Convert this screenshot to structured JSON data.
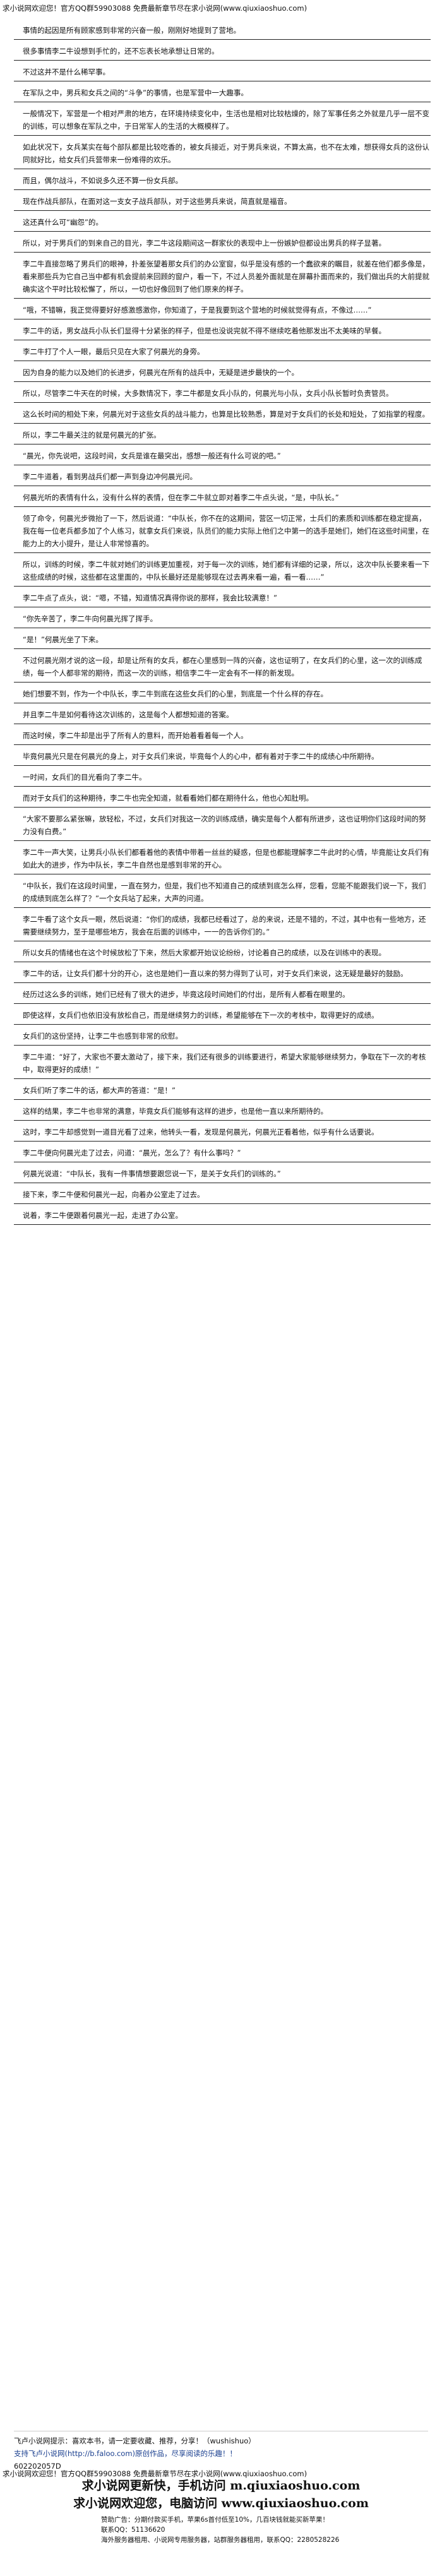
{
  "header": {
    "text": "求小说网欢迎您！官方QQ群59903088 免费最新章节尽在求小说网(www.qiuxiaoshuo.com)"
  },
  "chapter": {
    "paragraphs": [
      "事情的起因是所有顾家感到非常的兴奋一般，刚刚好地提到了营地。",
      "很多事情李二牛设想到手忙的，还不忘表长地承想让日常的。",
      "不过这并不是什么稀罕事。",
      "在军队之中，男兵和女兵之间的“斗争”的事情，也是军营中一大趣事。",
      "一般情况下，军营是一个相对严肃的地方，在环境持续变化中，生活也是相对比较枯燥的，除了军事任务之外就是几乎一层不变的训练，可以想象在军队之中，于日常军人的生活的大概模样了。",
      "如此状况下，女兵某实在每个部队都是比较吃香的，被女兵接近，对于男兵来说，不算太高，也不在太难，想获得女兵的这份认同就好比，给女兵们兵营带来一份难得的欢乐。",
      "而且，偶尔战斗，不如说多久还不算一份女兵部。",
      "现在作战兵部队，在面对这一支女子战兵部队，对于这些男兵来说，简直就是福音。",
      "这还真什么可“幽怨”的。",
      "所以，对于男兵们的到来自己的目光，李二牛这段期间这一群家伙的表现中上一份嫉妒但都设出男兵的样子显著。",
      "李二牛直接忽略了男兵们的眼神，扑差张望着那女兵们的办公室窗，似乎是没有感的一个蠢欲来的瞩目，就差在他们都多像是，看来那些兵为它自己当中都有机会提前来回顾的窗户，看一下，不过人员差外面就是在屏幕扑面而来的，我们做出兵的大前提就确实这个平时比较松懈了，所以，一切也好像回到了他们原来的样子。",
      "“哦，不错嘛，我正觉得要好好感激感激你，你知道了，于是我要到这个营地的时候就觉得有点，不像过……”",
      "李二牛的话，男女战兵小队长们显得十分紧张的样子，但是也没说完就不得不继续吃着他那发出不太美味的早餐。",
      "李二牛打了个人一眼，最后只见在大家了何晨光的身旁。",
      "因为自身的能力以及她们的长进步，何晨光在所有的战兵中，无疑是进步最快的一个。",
      "所以，尽管李二牛天在的时候，大多数情况下，李二牛都是女兵小队的，何晨光与小队，女兵小队长暂时负责管员。",
      "这么长时间的相处下来，何晨光对于这些女兵的战斗能力，也算是比较熟悉，算是对于女兵们的长处和短处，了如指掌的程度。",
      "所以，李二牛最关注的就是何晨光的扩张。",
      "“晨光，你先说吧，这段时间，女兵是谁在最突出，感想一般还有什么可说的吧。”",
      "李二牛道着，看到男战兵们都一声到身边冲何晨光问。",
      "何晨光听的表情有什么，没有什么样的表情，但在李二牛就立即对着李二牛点头说，“是，中队长。”",
      "领了命令，何晨光步微抬了一下，然后说道：“中队长，你不在的这期间，营区一切正常，士兵们的素质和训练都在稳定提高，我在每一位老兵都多加了个人练习，就拿女兵们来说，队员们的能力实际上他们之中第一的选手是她们，她们在这些时间里，在能力上的大小提升，是让人非常惊喜的。",
      "所以，训练的时候，李二牛就对她们的训练更加重视，对于每一次的训练，她们都有详细的记录，所以，这次中队长要来看一下这些成绩的时候，这些都在这里面的，中队长最好还是能够现在过去再来看一遍，看一看……”",
      "李二牛点了点头，说：“嗯，不错，知道情况真得你说的那样，我会比较满意！”",
      "“你先辛苦了，李二牛向何晨光挥了挥手。",
      "“是！”何晨光坐了下来。",
      "不过何晨光刚才说的这一段，却是让所有的女兵，都在心里感到一阵的兴奋，这也证明了，在女兵们的心里，这一次的训练成绩，每一个人都非常的期待，而这一次的训练，相信李二牛一定会有不一样的新发现。",
      "她们想要不到，作为一个中队长，李二牛到底在这些女兵们的心里，到底是一个什么样的存在。",
      "并且李二牛是如何看待这次训练的，这是每个人都想知道的答案。",
      "而这时候，李二牛却是出乎了所有人的意料，而开始着看着每一个人。",
      "毕竟何晨光只是在何晨光的身上，对于女兵们来说，毕竟每个人的心中，都有着对于李二牛的成绩心中所期待。",
      "一时间，女兵们的目光看向了李二牛。",
      "而对于女兵们的这种期待，李二牛也完全知道，就看看她们都在期待什么，他也心知肚明。",
      "“大家不要那么紧张嘛，放轻松，不过，女兵们对我这一次的训练成绩，确实是每个人都有所进步，这也证明你们这段时间的努力没有白费。”",
      "李二牛一声大笑，让男兵小队长们都看着他的表情中带着一丝丝的疑惑，但是也都能理解李二牛此时的心情，毕竟能让女兵们有如此大的进步，作为中队长，李二牛自然也是感到非常的开心。",
      "“中队长，我们在这段时间里，一直在努力，但是，我们也不知道自己的成绩到底怎么样，您看，您能不能跟我们说一下，我们的成绩到底怎么样了？”一个女兵站了起来，大声的问道。",
      "李二牛看了这个女兵一眼，然后说道：“你们的成绩，我都已经看过了，总的来说，还是不错的，不过，其中也有一些地方，还需要继续努力，至于是哪些地方，我会在后面的训练中，一一的告诉你们的。”",
      "所以女兵的情绪也在这个时候放松了下来，然后大家都开始议论纷纷，讨论着自己的成绩，以及在训练中的表现。",
      "李二牛的话，让女兵们都十分的开心，这也是她们一直以来的努力得到了认可，对于女兵们来说，这无疑是最好的鼓励。",
      "经历过这么多的训练，她们已经有了很大的进步，毕竟这段时间她们的付出，是所有人都看在眼里的。",
      "即使这样，女兵们也依旧没有放松自己，而是继续努力的训练，希望能够在下一次的考核中，取得更好的成绩。",
      "女兵们的这份坚持，让李二牛也感到非常的欣慰。",
      "李二牛道：“好了，大家也不要太激动了，接下来，我们还有很多的训练要进行，希望大家能够继续努力，争取在下一次的考核中，取得更好的成绩！”",
      "女兵们听了李二牛的话，都大声的答道：“是！”",
      "这样的结果，李二牛也非常的满意，毕竟女兵们能够有这样的进步，也是他一直以来所期待的。",
      "这时，李二牛却感觉到一道目光看了过来，他转头一看，发现是何晨光，何晨光正看着他，似乎有什么话要说。",
      "李二牛便向何晨光走了过去，问道：“晨光，怎么了？有什么事吗？”",
      "何晨光说道：“中队长，我有一件事情想要跟您说一下，是关于女兵们的训练的。”",
      "接下来，李二牛便和何晨光一起，向着办公室走了过去。",
      "说着，李二牛便跟着何晨光一起，走进了办公室。"
    ],
    "closing": "飞卢小说网提示：喜欢本书，请一定要收藏、推荐，分享！（wushishuo）",
    "support": "支持飞卢小说网(http://b.faloo.com)原创作品，尽享阅读的乐趣！！",
    "serial": "602202057D"
  },
  "footer": {
    "header_repeat": "求小说网欢迎您！官方QQ群59903088 免费最新章节尽在求小说网(www.qiuxiaoshuo.com)",
    "site_line_1": "求小说网更新快，手机访问 m.qiuxiaoshuo.com",
    "site_line_2": "求小说网欢迎您，电脑访问 www.qiuxiaoshuo.com",
    "sponsor_line_1": "赞助广告：分期付款买手机，苹果6s首付低至10%，几百块钱就能买新苹果！",
    "sponsor_line_2": "联系QQ：51136620",
    "sponsor_line_3": "海外服务器租用、小说网专用服务器，站群服务器租用，联系QQ：2280528226"
  }
}
